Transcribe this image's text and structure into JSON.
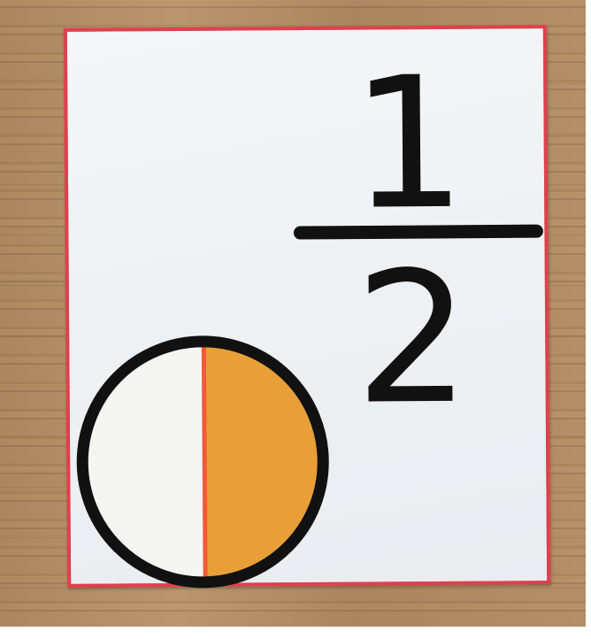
{
  "card": {
    "fraction": {
      "numerator": "1",
      "denominator": "2"
    },
    "circle": {
      "shaded_fraction": 0.5,
      "shaded_side": "right",
      "shade_color": "#f2a63a",
      "unshaded_color": "#f5f5f2",
      "outline_color": "#111111",
      "divider_color": "#f05a3a"
    },
    "border_color": "#e0404e",
    "ink_color": "#111111"
  }
}
